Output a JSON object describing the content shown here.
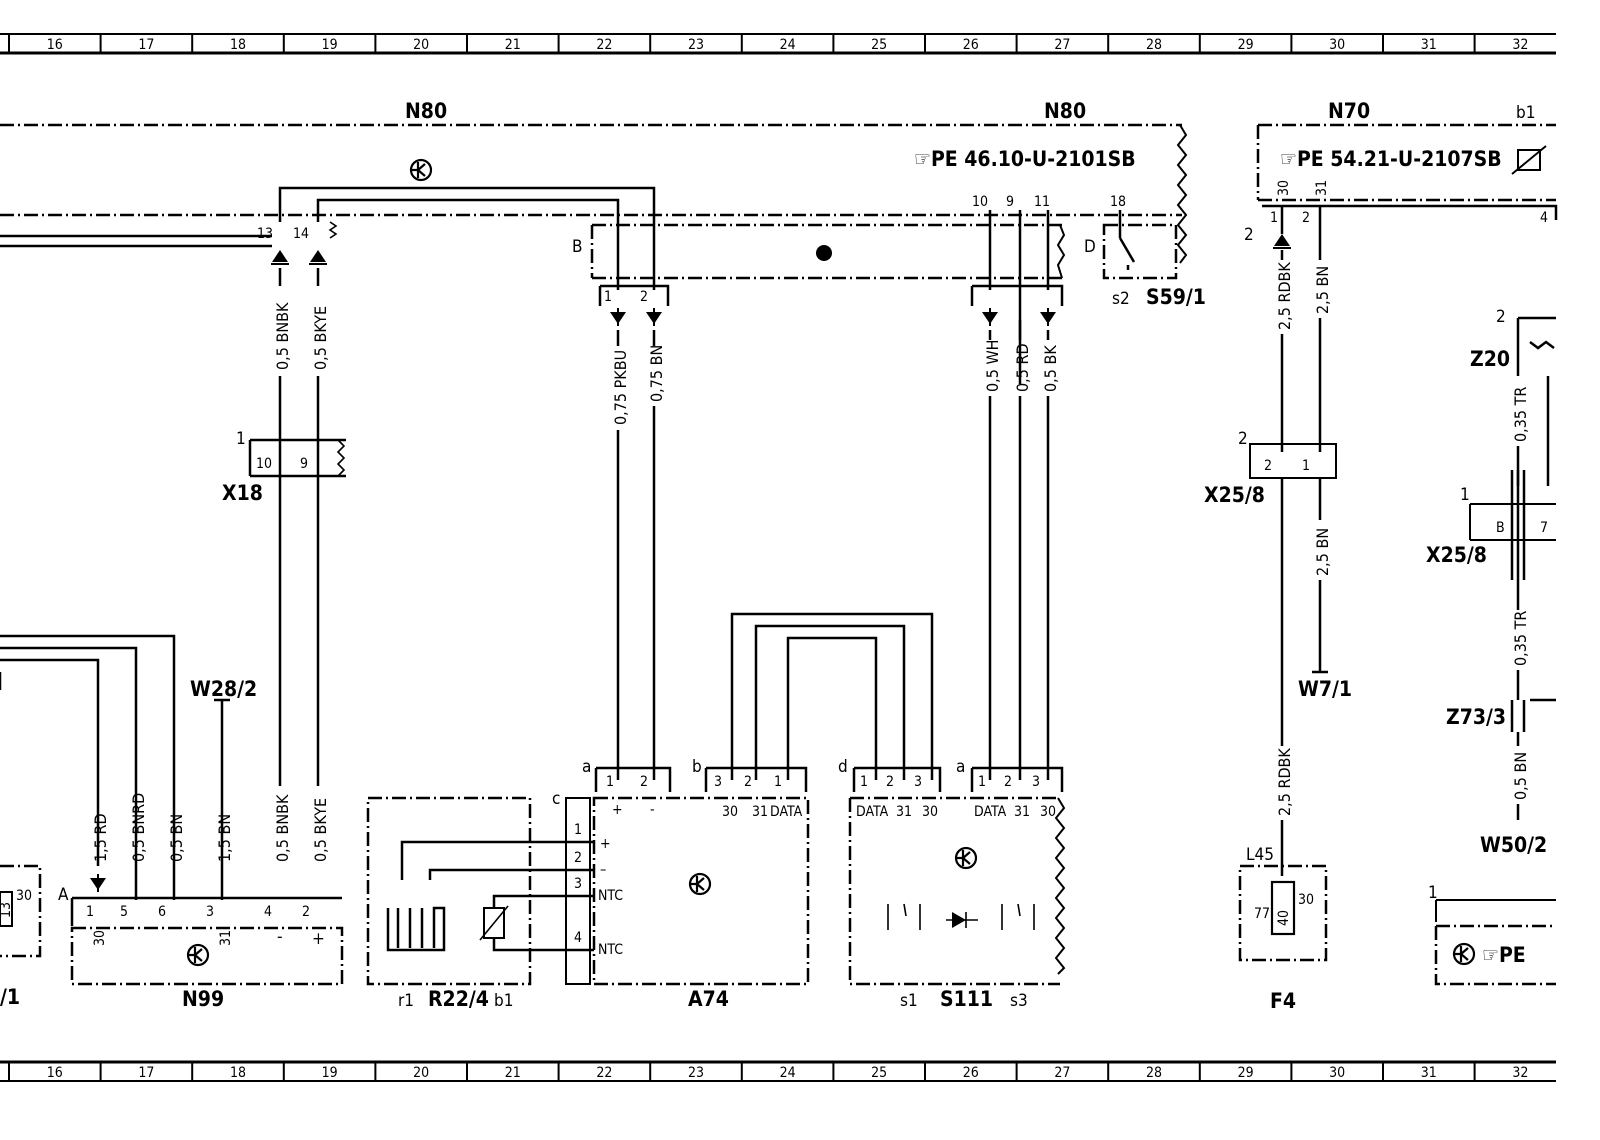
{
  "ruler": [
    "16",
    "17",
    "18",
    "19",
    "20",
    "21",
    "22",
    "23",
    "24",
    "25",
    "26",
    "27",
    "28",
    "29",
    "30",
    "31",
    "32"
  ],
  "components": {
    "n80_left": "N80",
    "n80_right": "N80",
    "n70": "N70",
    "b1_top": "b1",
    "ref_n80": "PE  46.10-U-2101SB",
    "ref_n70": "PE  54.21-U-2107SB",
    "x18": "X18",
    "x25_8_left": "X25/8",
    "x25_8_right": "X25/8",
    "w28_2": "W28/2",
    "w7_1": "W7/1",
    "w50_2": "W50/2",
    "z20": "Z20",
    "z73_3": "Z73/3",
    "n99": "N99",
    "r22_4": "R22/4",
    "r1": "r1",
    "b1": "b1",
    "a74": "A74",
    "s111": "S111",
    "s1": "s1",
    "s3": "s3",
    "s2": "s2",
    "s59_1": "S59/1",
    "f4": "F4",
    "l45": "L45",
    "partial_left": "/1",
    "pe_bottom": "PE"
  },
  "wires": {
    "w_bnbk_top": "0,5 BNBK",
    "w_bkye_top": "0,5 BKYE",
    "w_pkbu": "0,75 PKBU",
    "w_bn075": "0,75 BN",
    "w_wh": "0,5 WH",
    "w_rd": "0,5 RD",
    "w_bk": "0,5 BK",
    "w_rdbk_top": "2,5 RDBK",
    "w_bn25_top": "2,5 BN",
    "w_bn25_mid": "2,5 BN",
    "w_rdbk_bot": "2,5 RDBK",
    "w_tr_top": "0,35 TR",
    "w_tr_mid": "0,35 TR",
    "w_bn05_right": "0,5 BN",
    "w_rd15": "1,5 RD",
    "w_bnrd": "0,5 BNRD",
    "w_bn05": "0,5 BN",
    "w_bn15": "1,5 BN",
    "w_bnbk_bot": "0,5 BNBK",
    "w_bkye_bot": "0,5 BKYE"
  },
  "pins": {
    "p13": "13",
    "p14": "14",
    "p10t": "10",
    "p9t": "9",
    "p11t": "11",
    "p18": "18",
    "pB": "B",
    "pD": "D",
    "p1a": "1",
    "p2a": "2",
    "x18_1": "1",
    "x18_10": "10",
    "x18_9": "9",
    "n70_30": "30",
    "n70_31": "31",
    "n70_1": "1",
    "n70_2": "2",
    "n70_4": "4",
    "n70_side2": "2",
    "x258_2": "2",
    "x258_2b": "2",
    "x258_1": "1",
    "z20_2": "2",
    "x258r_1": "1",
    "x258r_B": "B",
    "x258r_7": "7",
    "n99_A": "A",
    "n99_1": "1",
    "n99_5": "5",
    "n99_6": "6",
    "n99_3": "3",
    "n99_4": "4",
    "n99_2": "2",
    "n99_30": "30",
    "n99_31": "31",
    "n99_minus": "-",
    "n99_plus": "+",
    "a74_a": "a",
    "a74_b": "b",
    "a74_c": "c",
    "a74_1": "1",
    "a74_2": "2",
    "a74_plus": "+",
    "a74_minus": "-",
    "a74b_3": "3",
    "a74b_2": "2",
    "a74b_1": "1",
    "a74b_30": "30",
    "a74b_31": "31",
    "a74b_data": "DATA",
    "a74c_1": "1",
    "a74c_2": "2",
    "a74c_3": "3",
    "a74c_4": "4",
    "a74c_plus": "+",
    "a74c_minus": "–",
    "a74c_ntc1": "NTC",
    "a74c_ntc2": "NTC",
    "s111_d": "d",
    "s111_a": "a",
    "s111d_1": "1",
    "s111d_2": "2",
    "s111d_3": "3",
    "s111d_data": "DATA",
    "s111d_31": "31",
    "s111d_30": "30",
    "s111a_1": "1",
    "s111a_2": "2",
    "s111a_3": "3",
    "s111a_data": "DATA",
    "s111a_31": "31",
    "s111a_30": "30",
    "l45_77": "77",
    "l45_40": "40",
    "l45_30": "30",
    "left_30": "30",
    "left_13": "13",
    "br_1": "1"
  }
}
